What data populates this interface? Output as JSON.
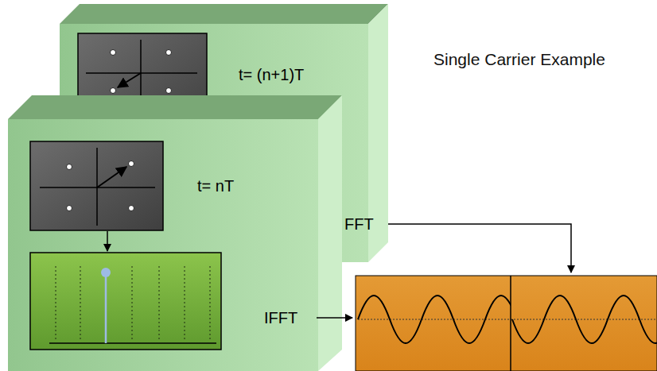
{
  "diagram": {
    "nodes": [
      {
        "text": [
          "t= (n+1)T",
          "FFT"
        ]
      },
      {
        "text": [
          "t= nT",
          "IFFT"
        ]
      }
    ],
    "labels": [
      "Single Carrier Example"
    ]
  }
}
